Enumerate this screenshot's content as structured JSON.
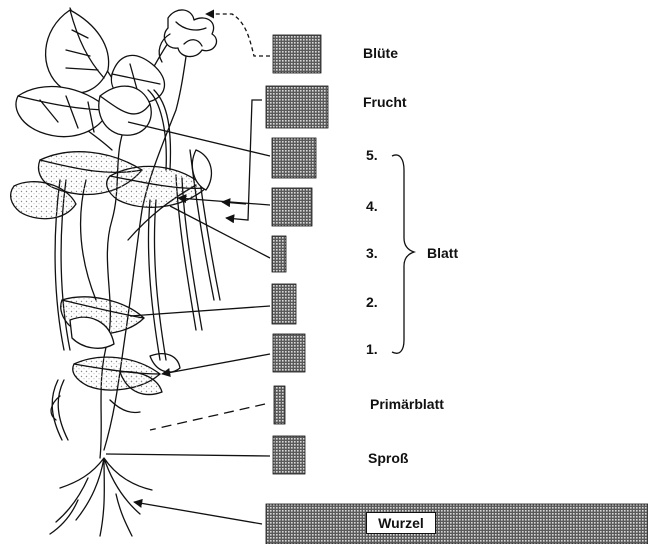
{
  "labels": {
    "bluete": "Blüte",
    "frucht": "Frucht",
    "leaf5": "5.",
    "leaf4": "4.",
    "leaf3": "3.",
    "leaf2": "2.",
    "leaf1": "1.",
    "blatt": "Blatt",
    "primaerblatt": "Primärblatt",
    "spross": "Sproß",
    "wurzel": "Wurzel"
  },
  "colors": {
    "ink": "#111111",
    "hatch": "#6b6b6b",
    "leaf_fill": "#ffffff",
    "stipple": "#9a9a9a"
  }
}
